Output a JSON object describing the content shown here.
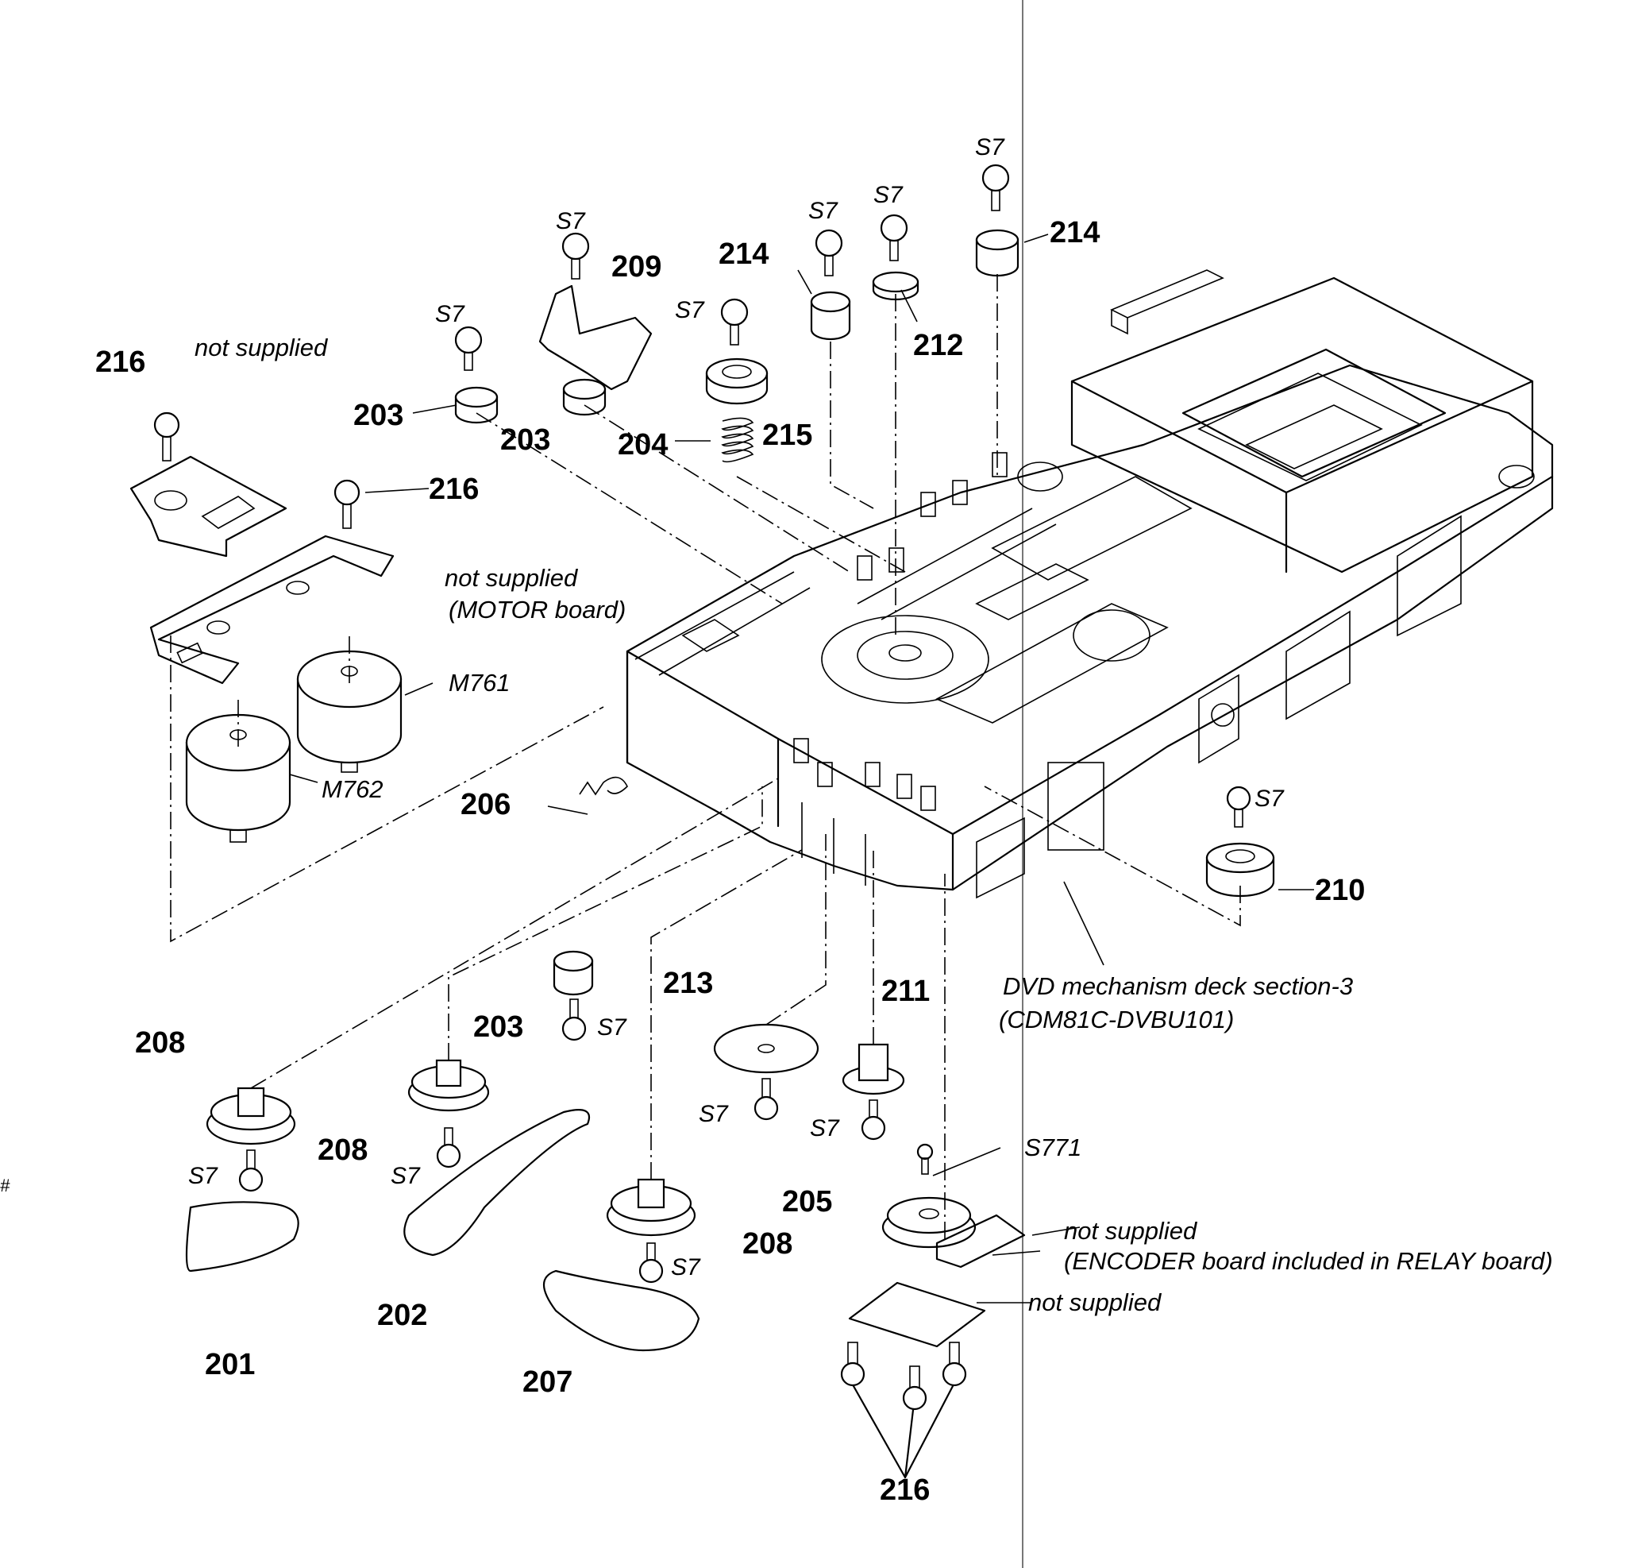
{
  "labels": {
    "p216_a": "216",
    "not_supplied_a": "not supplied",
    "p216_b": "216",
    "not_supplied_b": "not supplied",
    "motor_board": "(MOTOR board)",
    "m761": "M761",
    "m762": "M762",
    "p203_a": "203",
    "p203_b": "203",
    "p203_c": "203",
    "p209": "209",
    "p204": "204",
    "p215": "215",
    "p214_a": "214",
    "p214_b": "214",
    "p212": "212",
    "p206": "206",
    "p210": "210",
    "p208_a": "208",
    "p208_b": "208",
    "p208_c": "208",
    "p213": "213",
    "p211": "211",
    "p205": "205",
    "p201": "201",
    "p202": "202",
    "p207": "207",
    "p216_c": "216",
    "s771": "S771",
    "not_supplied_c": "not supplied",
    "encoder_board": "(ENCODER board included in RELAY board)",
    "not_supplied_d": "not supplied",
    "deck_title": "DVD mechanism deck section-3",
    "deck_model": "(CDM81C-DVBU101)",
    "s7_screw": "S7",
    "hash_mark": "#"
  }
}
